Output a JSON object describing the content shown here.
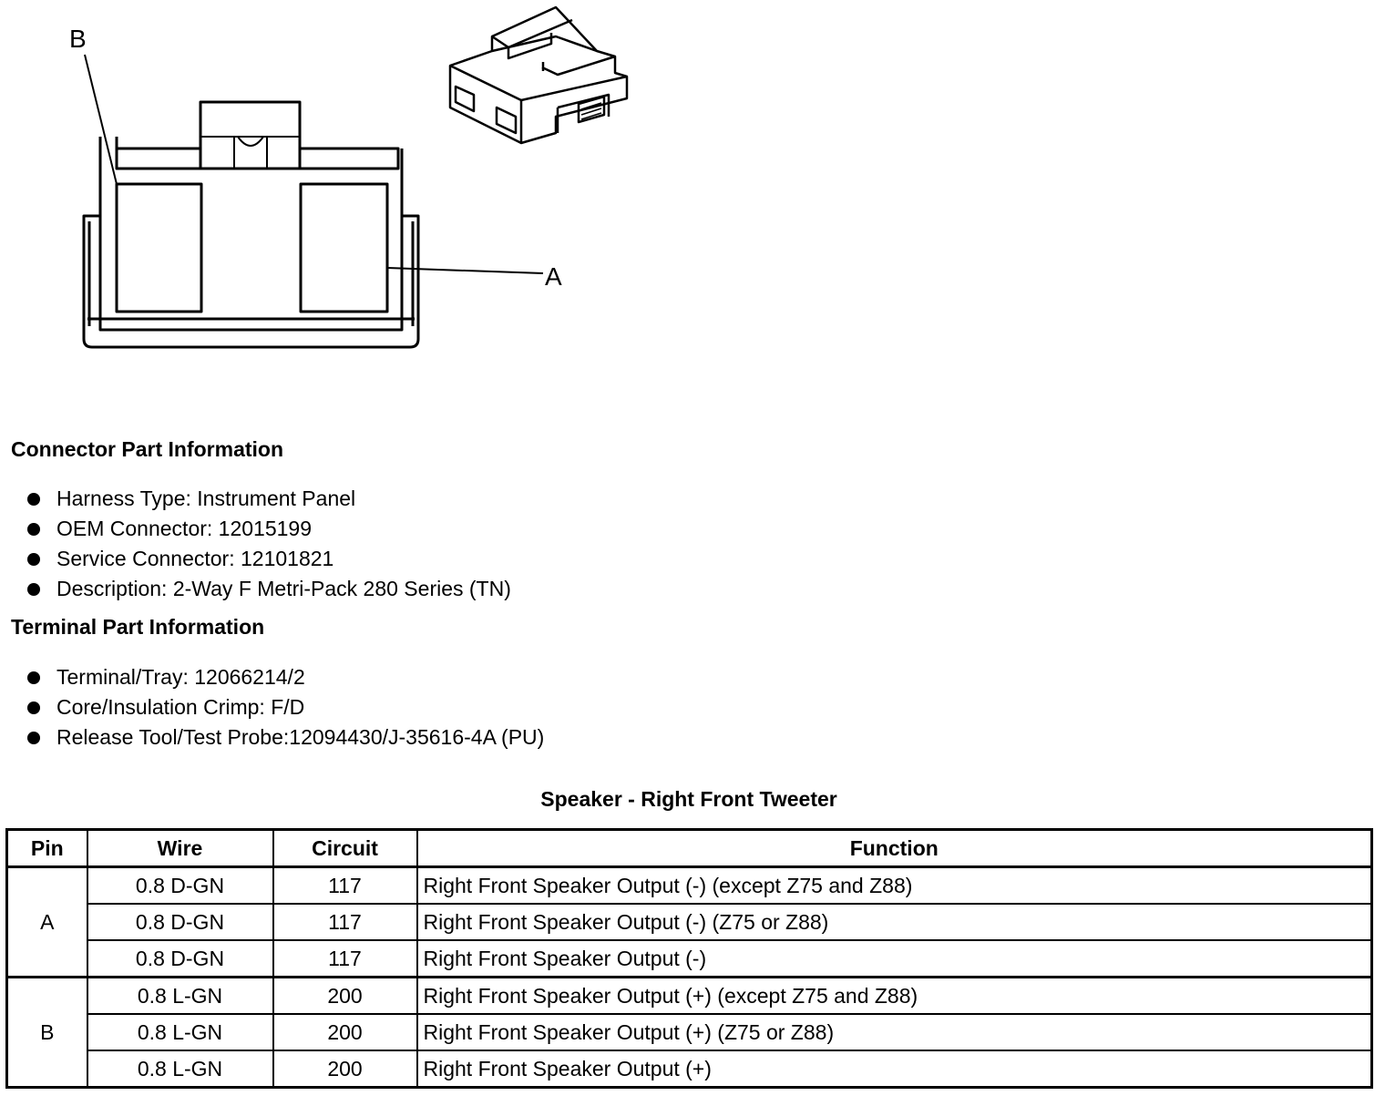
{
  "diagram": {
    "callout_a": "A",
    "callout_b": "B"
  },
  "connector_info": {
    "heading": "Connector Part Information",
    "items": [
      "Harness Type: Instrument Panel",
      "OEM Connector: 12015199",
      "Service Connector: 12101821",
      "Description: 2-Way F Metri-Pack 280 Series (TN)"
    ]
  },
  "terminal_info": {
    "heading": "Terminal Part Information",
    "items": [
      "Terminal/Tray: 12066214/2",
      "Core/Insulation Crimp: F/D",
      "Release Tool/Test Probe:12094430/J-35616-4A (PU)"
    ]
  },
  "table": {
    "title": "Speaker - Right Front Tweeter",
    "headers": [
      "Pin",
      "Wire",
      "Circuit",
      "Function"
    ],
    "groups": [
      {
        "pin": "A",
        "rows": [
          {
            "wire": "0.8 D-GN",
            "circuit": "117",
            "function": "Right Front Speaker Output (-) (except Z75 and Z88)"
          },
          {
            "wire": "0.8 D-GN",
            "circuit": "117",
            "function": "Right Front Speaker Output (-) (Z75 or Z88)"
          },
          {
            "wire": "0.8 D-GN",
            "circuit": "117",
            "function": "Right Front Speaker Output (-)"
          }
        ]
      },
      {
        "pin": "B",
        "rows": [
          {
            "wire": "0.8 L-GN",
            "circuit": "200",
            "function": "Right Front Speaker Output (+) (except Z75 and Z88)"
          },
          {
            "wire": "0.8 L-GN",
            "circuit": "200",
            "function": "Right Front Speaker Output (+) (Z75 or Z88)"
          },
          {
            "wire": "0.8 L-GN",
            "circuit": "200",
            "function": "Right Front Speaker Output (+)"
          }
        ]
      }
    ]
  }
}
